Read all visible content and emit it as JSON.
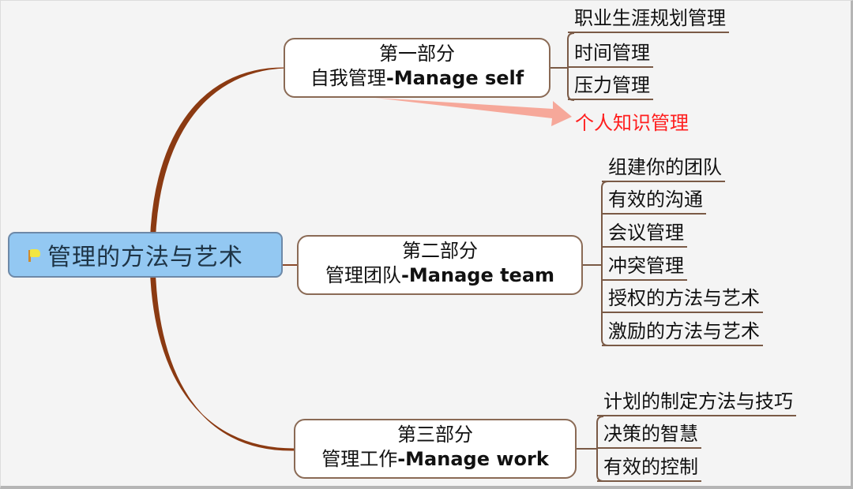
{
  "root": {
    "label": "管理的方法与艺术",
    "icon": "flag-icon"
  },
  "branches": [
    {
      "title": "第一部分",
      "subtitle_cn": "自我管理",
      "subtitle_en": "-Manage self",
      "children": [
        "职业生涯规划管理",
        "时间管理",
        "压力管理"
      ],
      "callout": "个人知识管理"
    },
    {
      "title": "第二部分",
      "subtitle_cn": "管理团队",
      "subtitle_en": "-Manage team",
      "children": [
        "组建你的团队",
        "有效的沟通",
        "会议管理",
        "冲突管理",
        "授权的方法与艺术",
        "激励的方法与艺术"
      ]
    },
    {
      "title": "第三部分",
      "subtitle_cn": "管理工作",
      "subtitle_en": "-Manage work",
      "children": [
        "计划的制定方法与技巧",
        "决策的智慧",
        "有效的控制"
      ]
    }
  ],
  "colors": {
    "root_fill": "#93c8f2",
    "connector": "#8b3a12",
    "callout_text": "#ff1e1e",
    "callout_arrow": "#f6a89a"
  }
}
